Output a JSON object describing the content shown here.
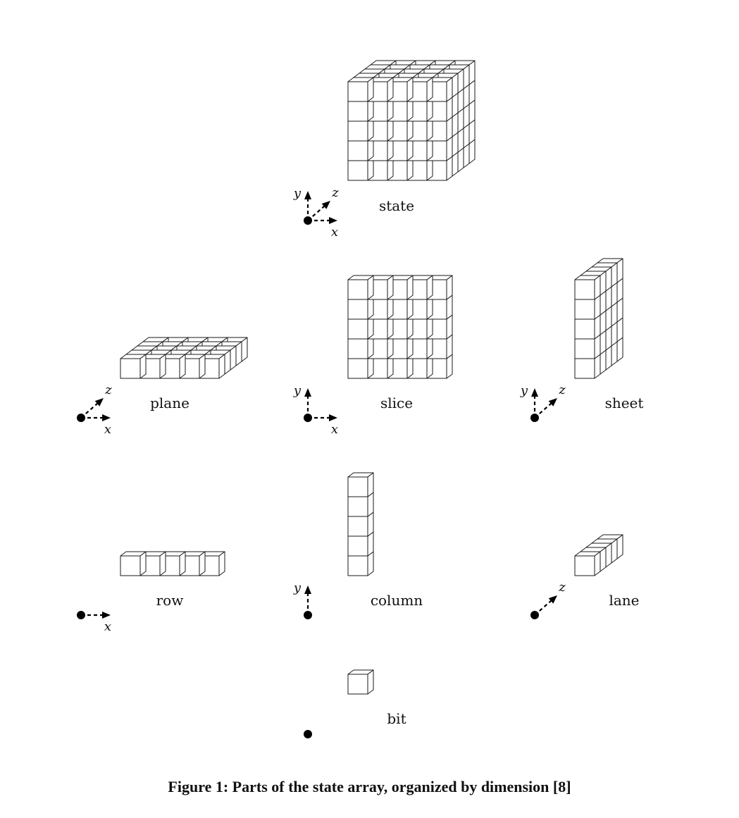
{
  "figure": {
    "caption": "Figure 1:  Parts of the state array, organized by dimension [8]",
    "parts": [
      {
        "id": "state",
        "label": "state",
        "nx": 5,
        "ny": 5,
        "nz": 5,
        "axes": [
          "x",
          "y",
          "z"
        ]
      },
      {
        "id": "plane",
        "label": "plane",
        "nx": 5,
        "ny": 1,
        "nz": 5,
        "axes": [
          "x",
          "z"
        ]
      },
      {
        "id": "slice",
        "label": "slice",
        "nx": 5,
        "ny": 5,
        "nz": 1,
        "axes": [
          "x",
          "y"
        ]
      },
      {
        "id": "sheet",
        "label": "sheet",
        "nx": 1,
        "ny": 5,
        "nz": 5,
        "axes": [
          "y",
          "z"
        ]
      },
      {
        "id": "row",
        "label": "row",
        "nx": 5,
        "ny": 1,
        "nz": 1,
        "axes": [
          "x"
        ]
      },
      {
        "id": "column",
        "label": "column",
        "nx": 1,
        "ny": 5,
        "nz": 1,
        "axes": [
          "y"
        ]
      },
      {
        "id": "lane",
        "label": "lane",
        "nx": 1,
        "ny": 1,
        "nz": 5,
        "axes": [
          "z"
        ]
      },
      {
        "id": "bit",
        "label": "bit",
        "nx": 1,
        "ny": 1,
        "nz": 1,
        "axes": []
      }
    ]
  }
}
